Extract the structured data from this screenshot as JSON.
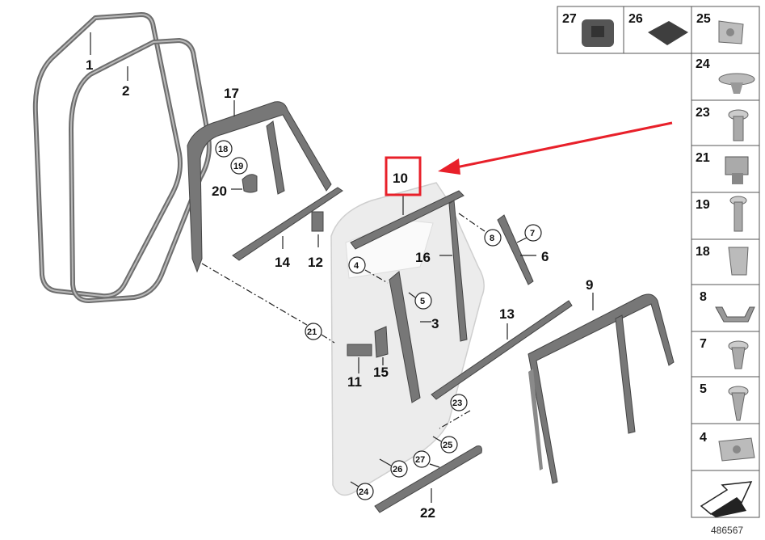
{
  "callouts": {
    "c1": "1",
    "c2": "2",
    "c17": "17",
    "c18": "18",
    "c19": "19",
    "c20": "20",
    "c14": "14",
    "c12": "12",
    "c10": "10",
    "c4": "4",
    "c8": "8",
    "c7": "7",
    "c6": "6",
    "c16": "16",
    "c5": "5",
    "c3": "3",
    "c9": "9",
    "c13": "13",
    "c21": "21",
    "c11": "11",
    "c15": "15",
    "c23": "23",
    "c25": "25",
    "c27": "27",
    "c26": "26",
    "c24": "24",
    "c22": "22"
  },
  "panel": {
    "top": [
      "27",
      "26",
      "25"
    ],
    "side": [
      "24",
      "23",
      "21",
      "19",
      "18",
      "8",
      "7",
      "5",
      "4"
    ]
  },
  "diagram_id": "486567",
  "highlight": {
    "color": "#e8202a"
  }
}
